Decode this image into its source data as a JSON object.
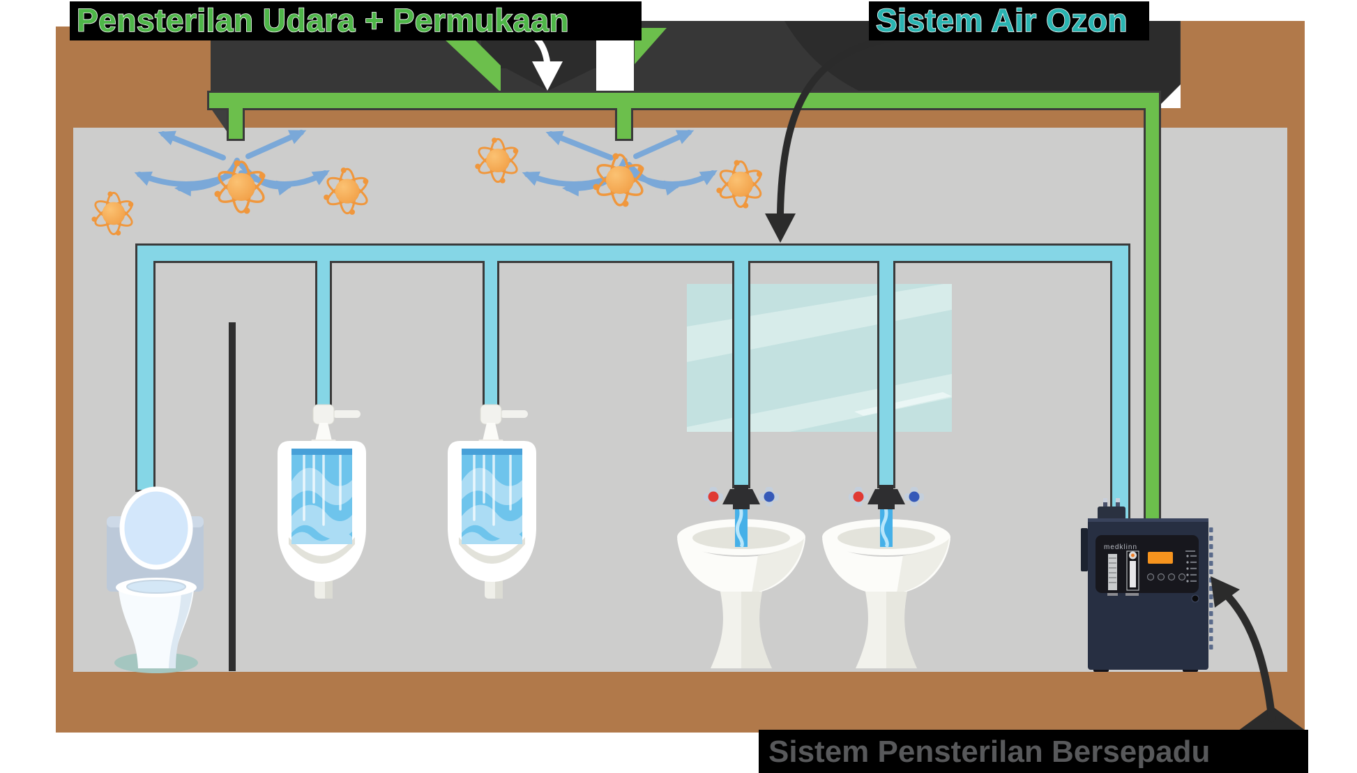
{
  "labels": {
    "air_surface": "Pensterilan Udara + Permukaan",
    "ozone_water": "Sistem Air Ozon",
    "integrated": "Sistem Pensterilan Bersepadu"
  },
  "machine": {
    "brand": "medklinn"
  },
  "diagram": {
    "type": "restroom-sterilization-system",
    "systems": [
      {
        "id": "air-surface-sterilization",
        "label": "Pensterilan Udara + Permukaan",
        "color": "#6cbf4c",
        "elements": [
          "ceiling-duct",
          "air-diffuser-1",
          "air-diffuser-2",
          "sterilizer-unit"
        ]
      },
      {
        "id": "ozone-water-system",
        "label": "Sistem Air Ozon",
        "color": "#85d6e6",
        "elements": [
          "water-line",
          "toilet",
          "urinal-1",
          "urinal-2",
          "sink-1",
          "sink-2"
        ]
      },
      {
        "id": "integrated-sterilization",
        "label": "Sistem Pensterilan Bersepadu",
        "elements": [
          "ozone-machine"
        ]
      }
    ],
    "fixtures": [
      "toilet",
      "urinal-1",
      "urinal-2",
      "mirror",
      "sink-1",
      "sink-2",
      "ozone-machine"
    ],
    "ozone_particle_count": 6
  },
  "colors": {
    "label_green": "#4eb648",
    "label_teal": "#29b4b1",
    "label_gray": "#58595b",
    "label_bg": "#000000",
    "wall_brown": "#b1794a",
    "room_gray": "#cdcdcc",
    "ceiling_dark": "#373737",
    "ceiling_darker": "#2c2c2c",
    "pipe_green": "#6cbf4c",
    "pipe_blue": "#85d6e6",
    "pipe_outline": "#3a3a3a",
    "atom_orange": "#f7a74e",
    "atom_ring": "#f0973c",
    "air_arrow": "#7aa8d8",
    "mirror_teal": "#c3e1e0",
    "mirror_stripe": "#d7ecea",
    "water_blue": "#45b0e8",
    "water_light": "#b8e6fb",
    "urinal_water": "#6ec4ec",
    "urinal_wave": "#abdcf4",
    "urinal_topbar": "#47a0d8",
    "fixture_white": "#ffffff",
    "fixture_shade": "#e2e2da",
    "tank_gray": "#bcc9d9",
    "lid_blue": "#d3e7fb",
    "seat_blue": "#d4e7f6",
    "shadow_teal": "#a4c6c0",
    "machine_navy": "#272f42",
    "machine_panel": "#17171d",
    "machine_display": "#f7941e",
    "vent_blue": "#5a6a8a",
    "hot_red": "#e03a34",
    "cold_blue": "#3559b8",
    "valve_white": "#f2f2ee",
    "arrow_dark": "#2b2b2b",
    "partition_dark": "#2f2f2f"
  }
}
